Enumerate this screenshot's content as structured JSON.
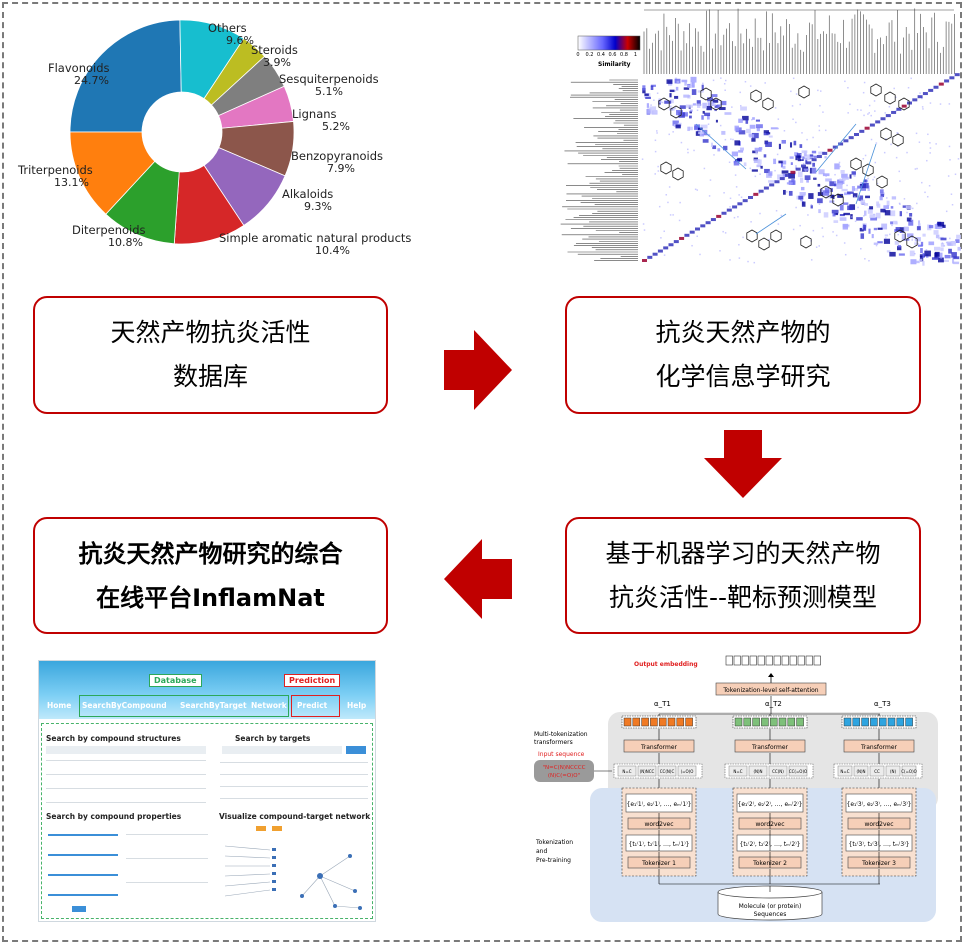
{
  "pie": {
    "segments": [
      {
        "label": "Flavonoids",
        "pct": "24.7%",
        "value": 24.7,
        "color": "#1f77b4"
      },
      {
        "label": "Others",
        "pct": "9.6%",
        "value": 9.6,
        "color": "#17becf"
      },
      {
        "label": "Steroids",
        "pct": "3.9%",
        "value": 3.9,
        "color": "#bcbd22"
      },
      {
        "label": "Sesquiterpenoids",
        "pct": "5.1%",
        "value": 5.1,
        "color": "#7f7f7f"
      },
      {
        "label": "Lignans",
        "pct": "5.2%",
        "value": 5.2,
        "color": "#e377c2"
      },
      {
        "label": "Benzopyranoids",
        "pct": "7.9%",
        "value": 7.9,
        "color": "#8c564b"
      },
      {
        "label": "Alkaloids",
        "pct": "9.3%",
        "value": 9.3,
        "color": "#9467bd"
      },
      {
        "label": "Simple aromatic natural products",
        "pct": "10.4%",
        "value": 10.4,
        "color": "#d62728"
      },
      {
        "label": "Diterpenoids",
        "pct": "10.8%",
        "value": 10.8,
        "color": "#2ca02c"
      },
      {
        "label": "Triterpenoids",
        "pct": "13.1%",
        "value": 13.1,
        "color": "#ff7f0e"
      }
    ]
  },
  "heatmap": {
    "colorbar_title": "Similarity",
    "ticks": [
      "0",
      "0.2",
      "0.4",
      "0.6",
      "0.8",
      "1"
    ]
  },
  "boxes": {
    "database": [
      "天然产物抗炎活性",
      "数据库"
    ],
    "cheminformatics": [
      "抗炎天然产物的",
      "化学信息学研究"
    ],
    "ml_model": [
      "基于机器学习的天然产物",
      "抗炎活性--靶标预测模型"
    ],
    "platform": [
      "抗炎天然产物研究的综合",
      "在线平台InflamNat"
    ]
  },
  "website": {
    "tag_database": "Database",
    "tag_prediction": "Prediction",
    "nav": [
      "Home",
      "SearchByCompound",
      "SearchByTarget",
      "Network",
      "Predict",
      "Help"
    ],
    "sections": [
      "Search by compound structures",
      "Search by targets",
      "Search by compound properties",
      "Visualize compound-target network"
    ]
  },
  "model": {
    "output_embedding": "Output embedding",
    "token_attention": "Tokenization-level self-attention",
    "alphas": [
      "α_T1",
      "α_T2",
      "α_T3"
    ],
    "transformer": "Transformer",
    "multi_label": [
      "Multi-tokenization",
      "transformers"
    ],
    "input_sequence_label": "Input sequence",
    "input_sequence": [
      "\"N=C(N)NCCCC",
      "(N)C(=O)O\""
    ],
    "word2vec": "word2vec",
    "tokenizers": [
      "Tokenizer 1",
      "Tokenizer 2",
      "Tokenizer 3"
    ],
    "tokenization_label": [
      "Tokenization",
      "and",
      "Pre-training"
    ],
    "molecule_label": [
      "Molecule (or protein)",
      "Sequences"
    ],
    "token_groups": [
      [
        "N=C",
        "(N)NCC",
        "CC(N)C",
        "(=O)O"
      ],
      [
        "N=C",
        "(N)N",
        "CC(N)",
        "CC(=O)O"
      ],
      [
        "N=C",
        "(N)N",
        "CC",
        "(N)",
        "C(=O)O"
      ]
    ]
  }
}
